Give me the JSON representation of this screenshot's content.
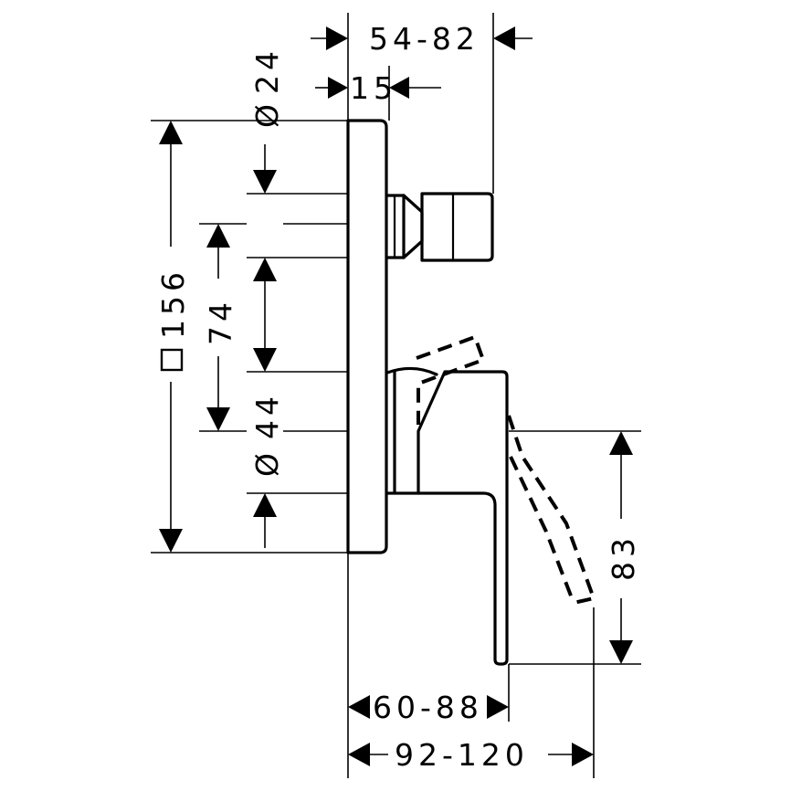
{
  "dimensions": {
    "top_wall_to_spout": "54-82",
    "plate_thickness": "15",
    "spout_diameter": "24",
    "plate_size": "156",
    "spacing": "74",
    "handle_base_diameter": "44",
    "lever_height": "83",
    "lever_depth_short": "60-88",
    "lever_depth_long": "92-120"
  },
  "symbols": {
    "diameter": "Ø",
    "square": "□"
  },
  "colors": {
    "line": "#000000",
    "background": "#ffffff"
  }
}
